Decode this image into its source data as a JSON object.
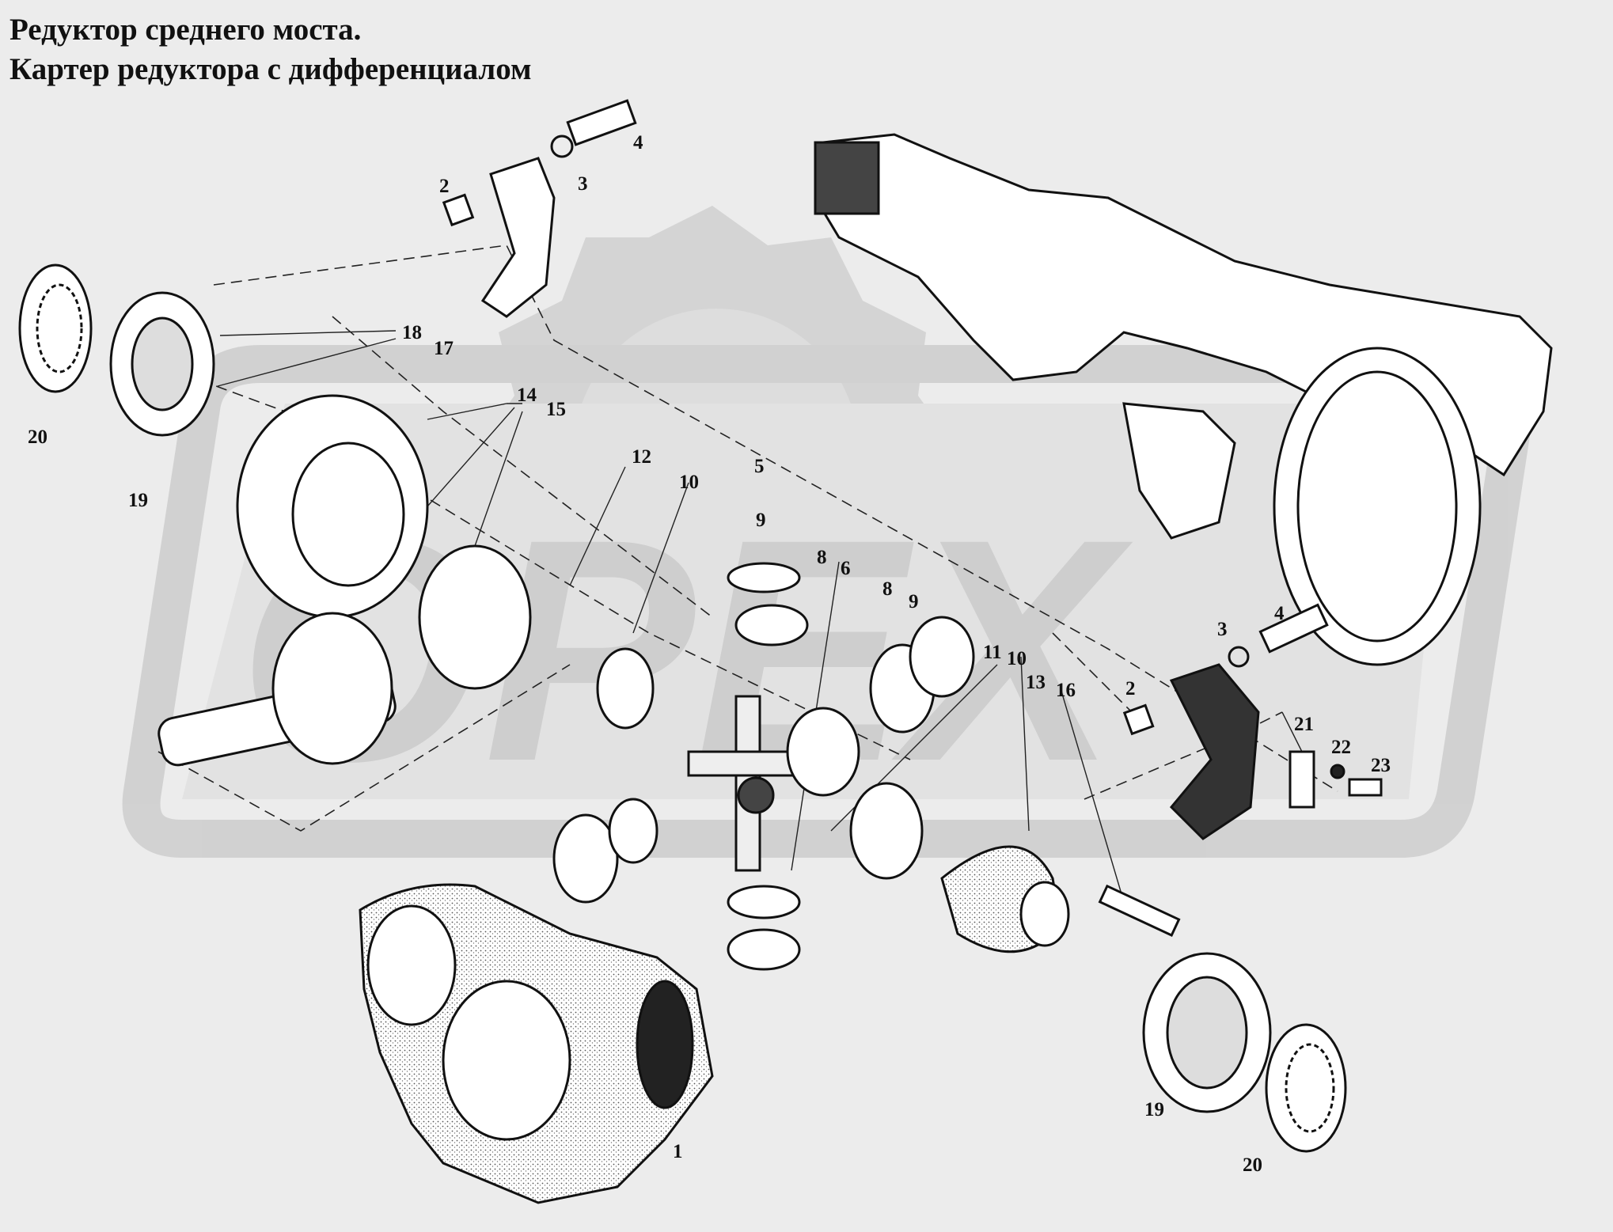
{
  "title": {
    "line1": "Редуктор среднего моста.",
    "line2": "Картер редуктора с дифференциалом"
  },
  "watermark": "ОРЕХ",
  "colors": {
    "background": "#ececec",
    "watermark": "#c9c9c9",
    "ink": "#111111"
  },
  "callouts": [
    "1",
    "2",
    "3",
    "4",
    "5",
    "6",
    "8",
    "9",
    "10",
    "11",
    "12",
    "13",
    "14",
    "15",
    "16",
    "17",
    "18",
    "19",
    "20",
    "21",
    "22",
    "23"
  ]
}
